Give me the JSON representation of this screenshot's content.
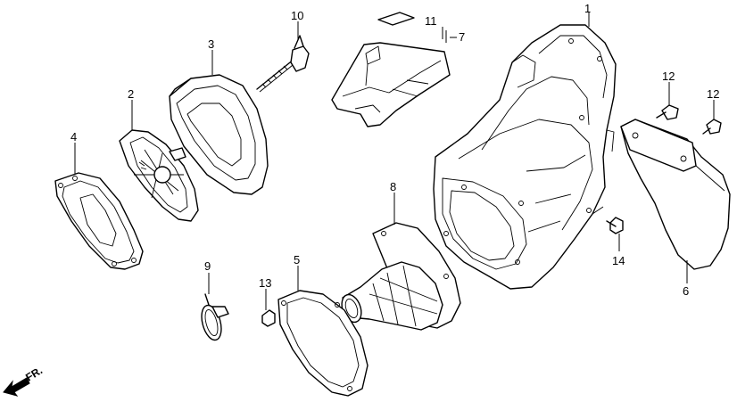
{
  "callouts": {
    "c1": "1",
    "c2": "2",
    "c3": "3",
    "c4": "4",
    "c5": "5",
    "c6": "6",
    "c7": "7",
    "c8": "8",
    "c9": "9",
    "c10": "10",
    "c11": "11",
    "c12a": "12",
    "c12b": "12",
    "c13": "13",
    "c14": "14"
  },
  "direction": {
    "label": "FR."
  }
}
